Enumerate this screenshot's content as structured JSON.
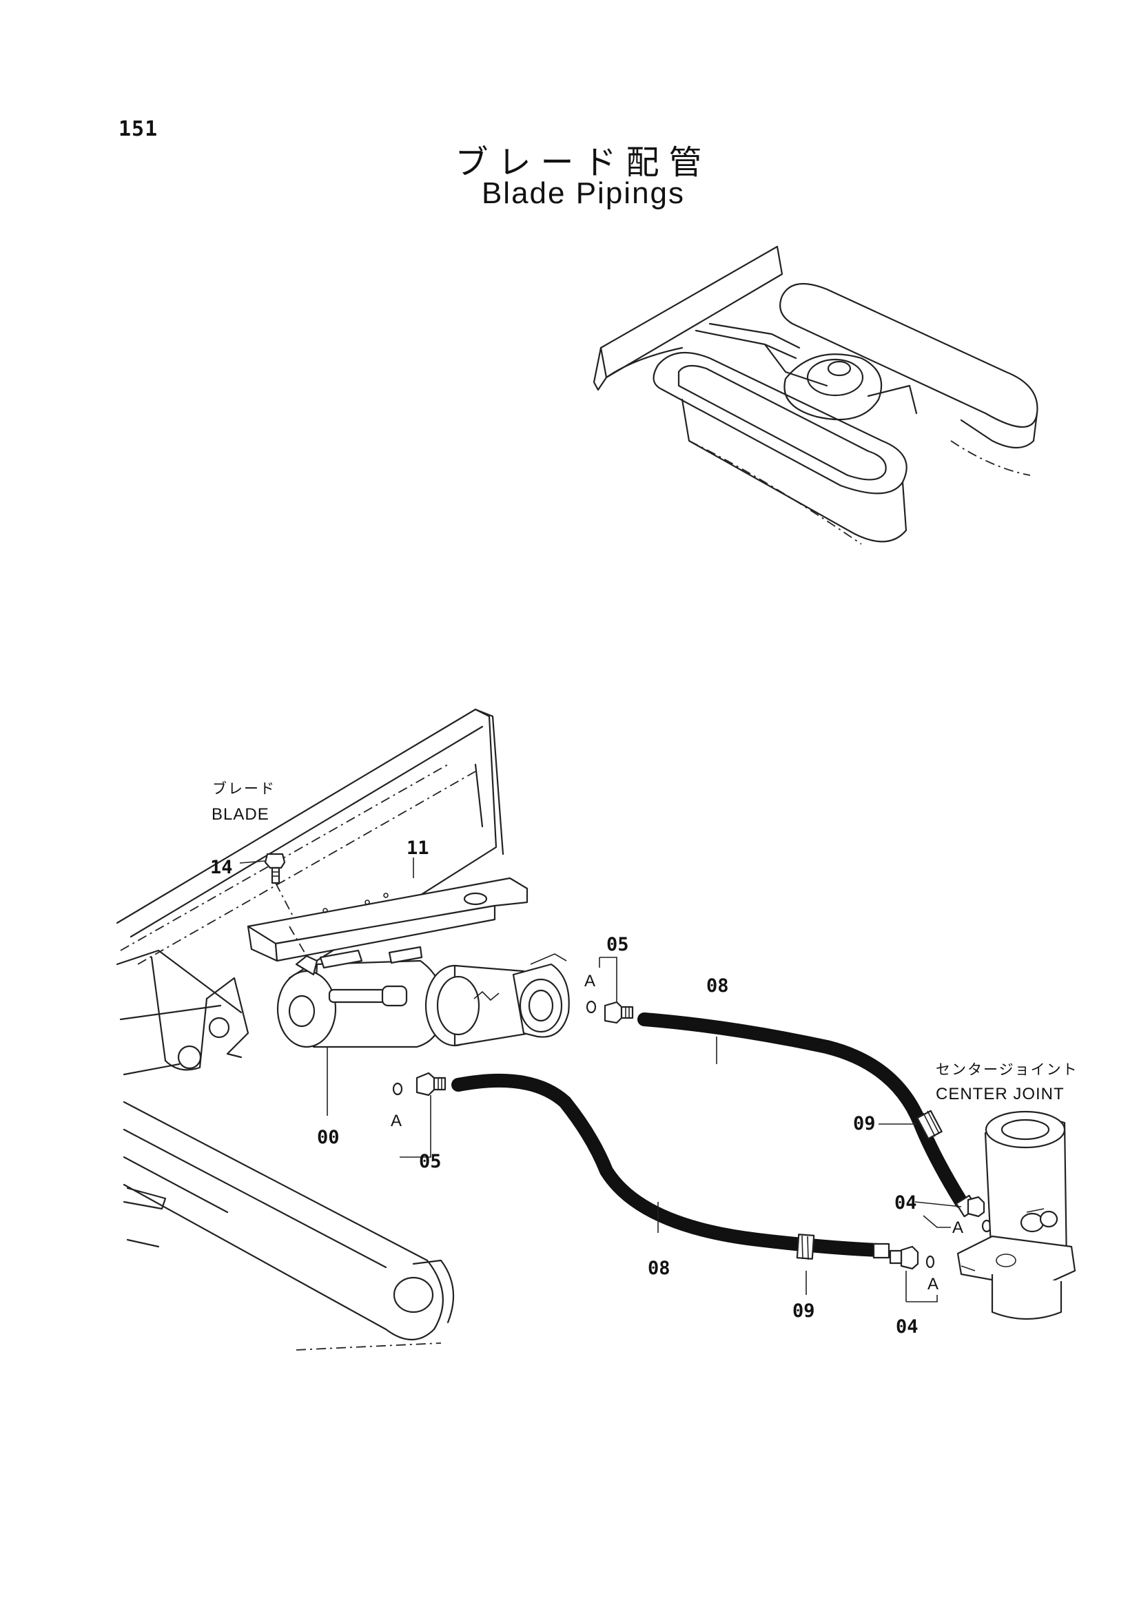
{
  "page_number": "151",
  "title_jp": "ブレード配管",
  "title_en": "Blade Pipings",
  "assemblies": {
    "blade_jp": "ブレード",
    "blade_en": "BLADE",
    "center_joint_jp": "センタージョイント",
    "center_joint_en": "CENTER JOINT"
  },
  "callouts": {
    "p00": "00",
    "p04_upper": "04",
    "p04_lower": "04",
    "p05_upper": "05",
    "p05_lower": "05",
    "p08_upper": "08",
    "p08_lower": "08",
    "p09_upper": "09",
    "p09_lower": "09",
    "p11": "11",
    "p14": "14"
  },
  "detail_marks": {
    "a1": "A",
    "a2": "A",
    "a3": "A",
    "a4": "A"
  }
}
